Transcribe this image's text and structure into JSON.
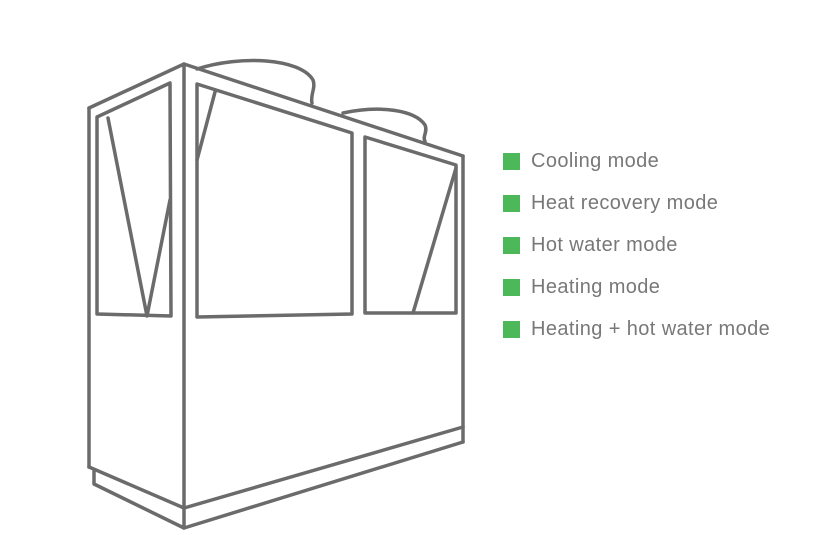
{
  "diagram": {
    "subject": "outdoor heat pump unit line drawing",
    "stroke_color": "#6b6b6b",
    "legend": {
      "swatch_color": "#4cb85a",
      "items": [
        {
          "label": "Cooling mode"
        },
        {
          "label": "Heat recovery mode"
        },
        {
          "label": "Hot water mode"
        },
        {
          "label": "Heating mode"
        },
        {
          "label": "Heating + hot water mode"
        }
      ]
    }
  }
}
